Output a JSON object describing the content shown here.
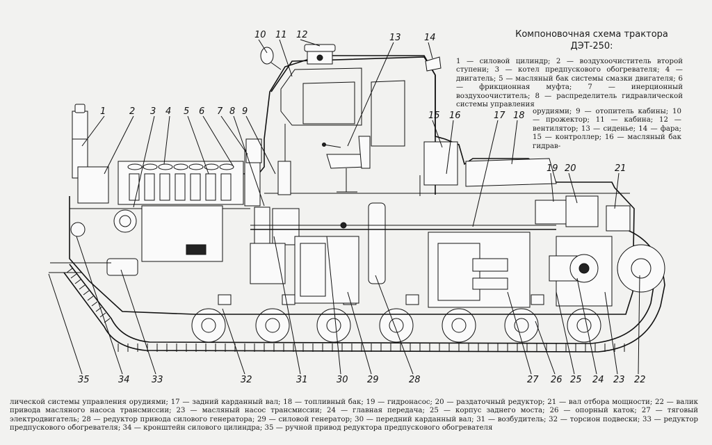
{
  "diagram": {
    "title_line1": "Компоновочная схема трактора",
    "title_line2": "ДЭТ-250:",
    "numbers": [
      "1",
      "2",
      "3",
      "4",
      "5",
      "6",
      "7",
      "8",
      "9",
      "10",
      "11",
      "12",
      "13",
      "14",
      "15",
      "16",
      "17",
      "18",
      "19",
      "20",
      "21",
      "22",
      "23",
      "24",
      "25",
      "26",
      "27",
      "28",
      "29",
      "30",
      "31",
      "32",
      "33",
      "34",
      "35"
    ],
    "legend_top_a": "1 — силовой цилиндр; 2 — воздухоочиститель второй ступени; 3 — котел предпускового обогревателя; 4 — двигатель; 5 — масляный бак системы смазки двигателя; 6 — фрикционная муфта; 7 — инерционный воздухоочиститель; 8 — распределитель гидравлической системы управления",
    "legend_top_b": "орудиями; 9 — отопитель кабины; 10 — прожектор; 11 — кабина; 12 — вентилятор; 13 — сиденье; 14 — фара; 15 — контроллер; 16 — масляный бак гидрав-",
    "legend_bottom": "лической системы управления орудиями; 17 — задний карданный вал; 18 — топливный бак; 19 — гидронасос; 20 — раздаточный редуктор; 21 — вал отбора мощности; 22 — валик привода масляного насоса трансмиссии; 23 — масляный насос трансмиссии; 24 — главная передача; 25 — корпус заднего моста; 26 — опорный каток; 27 — тяговый электродвигатель; 28 — редуктор привода силового генератора; 29 — силовой генератор; 30 — передний карданный вал; 31 — возбудитель; 32 — торсион подвески; 33 — редуктор предпускового обогревателя; 34 — кронштейн силового цилиндра; 35 — ручной привод редуктора предпускового обогревателя"
  }
}
